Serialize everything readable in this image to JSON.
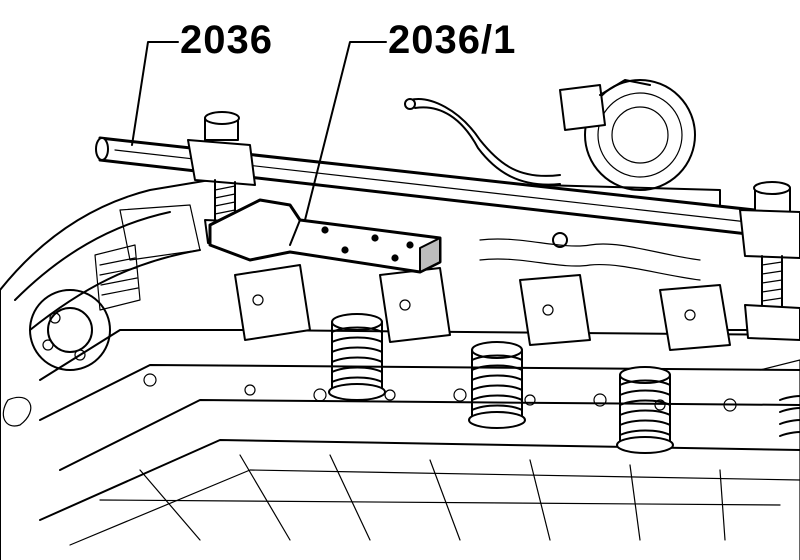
{
  "diagram": {
    "callouts": [
      {
        "id": "tool-2036",
        "text": "2036"
      },
      {
        "id": "tool-2036-1",
        "text": "2036/1"
      }
    ]
  }
}
